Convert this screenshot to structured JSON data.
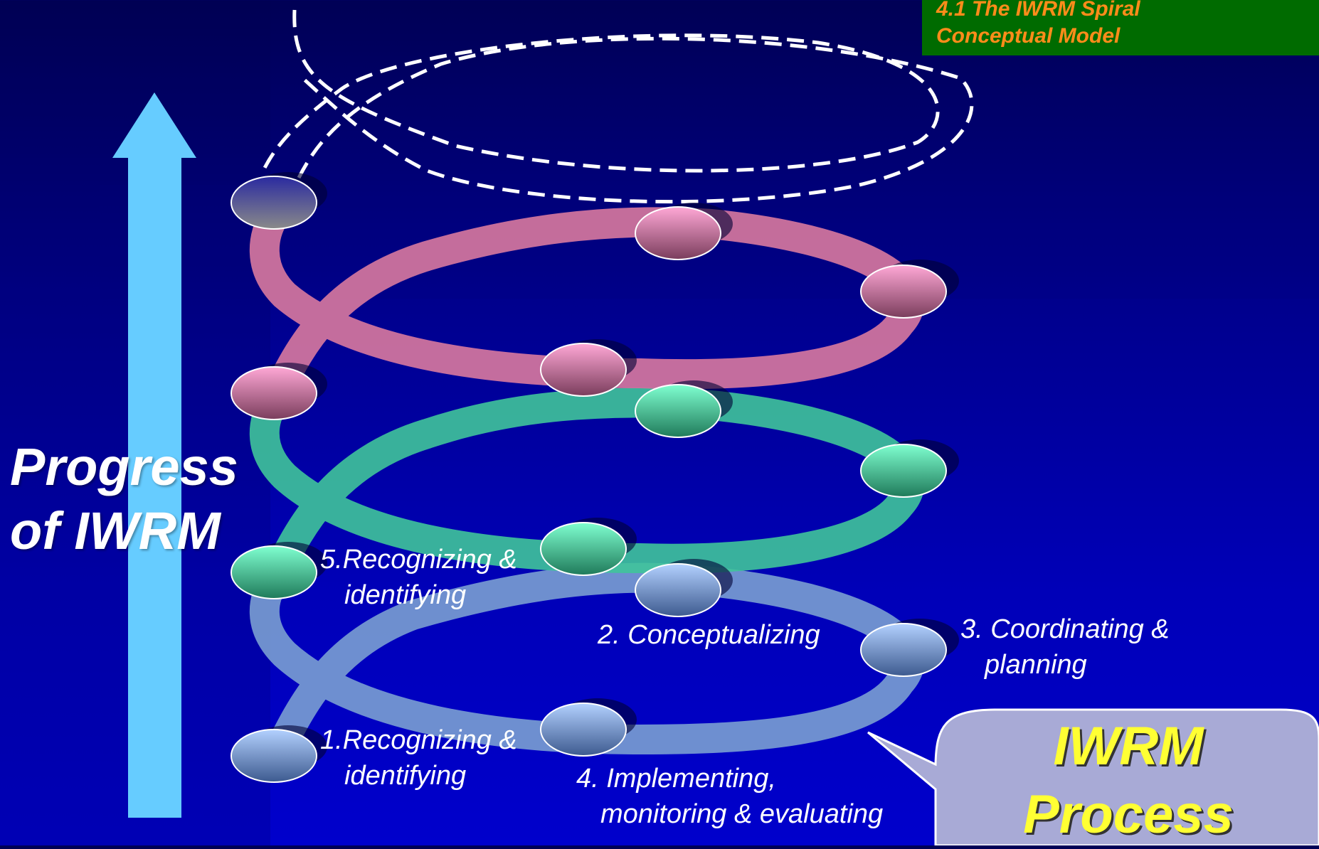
{
  "title": {
    "line1": "4.1 The IWRM Spiral",
    "line2": "Conceptual Model"
  },
  "axis_label": {
    "line1": "Progress",
    "line2": "of IWRM"
  },
  "steps": [
    {
      "line1": "1.Recognizing &",
      "line2": "identifying"
    },
    {
      "line1": "2. Conceptualizing",
      "line2": ""
    },
    {
      "line1": "3. Coordinating &",
      "line2": "planning"
    },
    {
      "line1": "4. Implementing,",
      "line2": "monitoring & evaluating"
    },
    {
      "line1": "5.Recognizing &",
      "line2": "identifying"
    }
  ],
  "callout": {
    "line1": "IWRM",
    "line2": "Process"
  },
  "colors": {
    "loop_1": "#7a9fd2",
    "loop_2": "#3fc49a",
    "loop_3": "#d9799e",
    "arrow": "#66ccff",
    "title_bg": "#006b00",
    "title_text": "#ff8c1a",
    "callout_bg": "#a8aad6",
    "callout_text": "#ffff33"
  }
}
